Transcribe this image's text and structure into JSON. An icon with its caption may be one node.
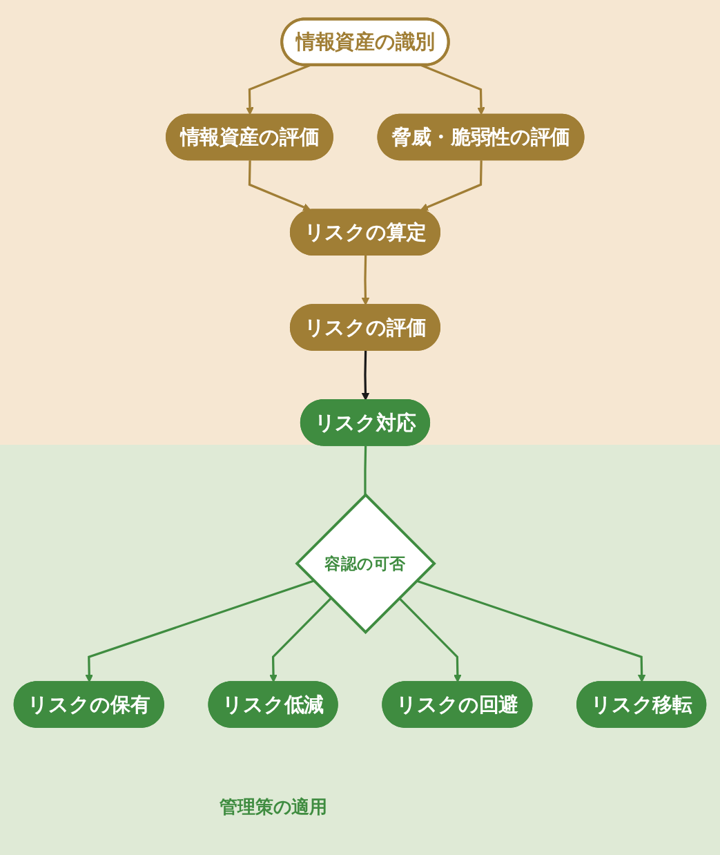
{
  "diagram": {
    "nodes": [
      {
        "text": [
          "情報資産の識別"
        ]
      },
      {
        "text": [
          "情報資産の評価"
        ]
      },
      {
        "text": [
          "脅威・脆弱性の評価"
        ]
      },
      {
        "text": [
          "リスクの算定"
        ]
      },
      {
        "text": [
          "リスクの評価"
        ]
      },
      {
        "text": [
          "リスク対応"
        ]
      },
      {
        "text": [
          "容認の可否"
        ]
      },
      {
        "text": [
          "リスクの保有"
        ]
      },
      {
        "text": [
          "リスク低減"
        ],
        "beside": [
          "管理策の適用"
        ]
      },
      {
        "text": [
          "リスクの回避"
        ]
      },
      {
        "text": [
          "リスク移転"
        ]
      }
    ],
    "edges": [
      {
        "from": 0,
        "to": 1,
        "arrow": "to",
        "color": "#a07e35"
      },
      {
        "from": 0,
        "to": 2,
        "arrow": "to",
        "color": "#a07e35"
      },
      {
        "from": 1,
        "to": 3,
        "arrow": "to",
        "color": "#a07e35"
      },
      {
        "from": 2,
        "to": 3,
        "arrow": "to",
        "color": "#a07e35"
      },
      {
        "from": 3,
        "to": 4,
        "arrow": "to",
        "color": "#a07e35"
      },
      {
        "from": 4,
        "to": 5,
        "arrow": "to",
        "color": "#1a1a1a"
      },
      {
        "from": 5,
        "to": 6,
        "arrow": "none",
        "color": "#3f8c40"
      },
      {
        "from": 6,
        "to": 7,
        "arrow": "to",
        "color": "#3f8c40"
      },
      {
        "from": 6,
        "to": 8,
        "arrow": "to",
        "color": "#3f8c40"
      },
      {
        "from": 6,
        "to": 9,
        "arrow": "to",
        "color": "#3f8c40"
      },
      {
        "from": 6,
        "to": 10,
        "arrow": "to",
        "color": "#3f8c40"
      }
    ]
  }
}
